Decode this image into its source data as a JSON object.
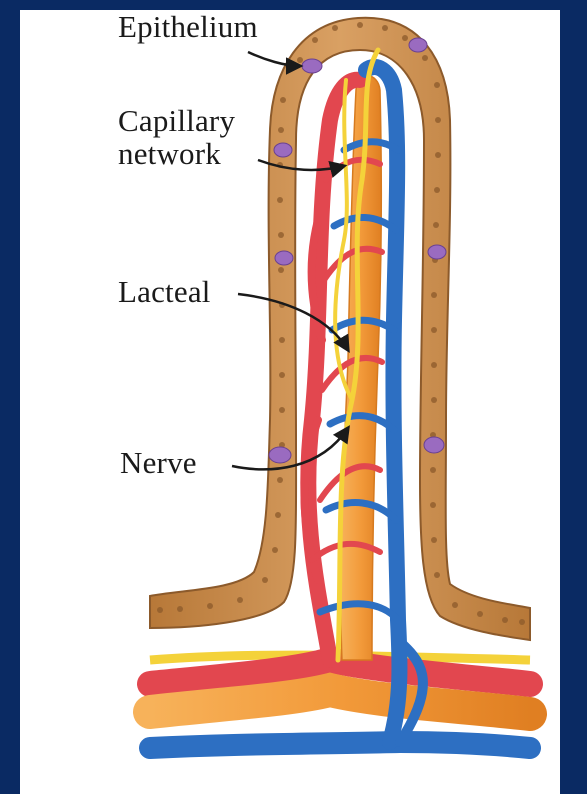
{
  "diagram": {
    "labels": {
      "epithelium": "Epithelium",
      "capillary_network": "Capillary network",
      "lacteal": "Lacteal",
      "nerve": "Nerve"
    },
    "colors": {
      "background_frame": "#0a2a63",
      "panel": "#ffffff",
      "epithelium": "#c98b4a",
      "epithelium_dark": "#8c5a2b",
      "goblet_cell": "#9a6bc0",
      "artery": "#e2474f",
      "vein": "#2d6fc2",
      "lacteal": "#f29a3a",
      "nerve": "#f4d23a",
      "label_text": "#1a1a1a"
    }
  }
}
